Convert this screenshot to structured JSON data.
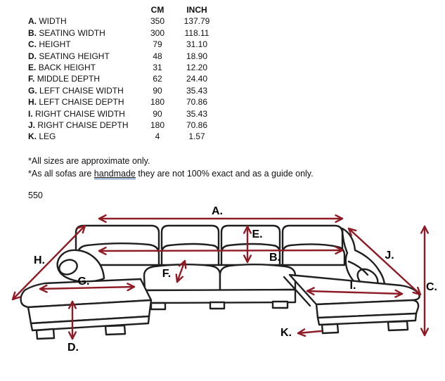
{
  "spec_table": {
    "col_headers": {
      "cm": "CM",
      "inch": "INCH"
    },
    "rows": [
      {
        "letter": "A.",
        "name": "WIDTH",
        "cm": "350",
        "inch": "137.79"
      },
      {
        "letter": "B.",
        "name": "SEATING WIDTH",
        "cm": "300",
        "inch": "118.11"
      },
      {
        "letter": "C.",
        "name": "HEIGHT",
        "cm": "79",
        "inch": "31.10"
      },
      {
        "letter": "D.",
        "name": "SEATING HEIGHT",
        "cm": "48",
        "inch": "18.90"
      },
      {
        "letter": "E.",
        "name": "BACK HEIGHT",
        "cm": "31",
        "inch": "12.20"
      },
      {
        "letter": "F.",
        "name": "MIDDLE DEPTH",
        "cm": "62",
        "inch": "24.40"
      },
      {
        "letter": "G.",
        "name": "LEFT CHAISE WIDTH",
        "cm": "90",
        "inch": "35.43"
      },
      {
        "letter": "H.",
        "name": "LEFT CHAISE DEPTH",
        "cm": "180",
        "inch": "70.86"
      },
      {
        "letter": "I.",
        "name": "RIGHT CHAISE WIDTH",
        "cm": "90",
        "inch": "35.43"
      },
      {
        "letter": "J.",
        "name": "RIGHT CHAISE DEPTH",
        "cm": "180",
        "inch": "70.86"
      },
      {
        "letter": "K.",
        "name": "LEG",
        "cm": "4",
        "inch": "1.57"
      }
    ]
  },
  "notes": {
    "line1": "*All sizes are approximate only.",
    "line2_before": "*As all sofas are ",
    "line2_link": "handmade",
    "line2_after": " they are not 100% exact and as a guide only."
  },
  "model_number": "550",
  "diagram": {
    "labels": {
      "a": "A.",
      "b": "B.",
      "c": "C.",
      "d": "D.",
      "e": "E.",
      "f": "F.",
      "g": "G.",
      "h": "H.",
      "i": "I.",
      "j": "J.",
      "k": "K."
    },
    "colors": {
      "arrow": "#8e1b25",
      "outline": "#1f1f1f",
      "label": "#000000",
      "link_underline": "#3d6eb4"
    }
  }
}
